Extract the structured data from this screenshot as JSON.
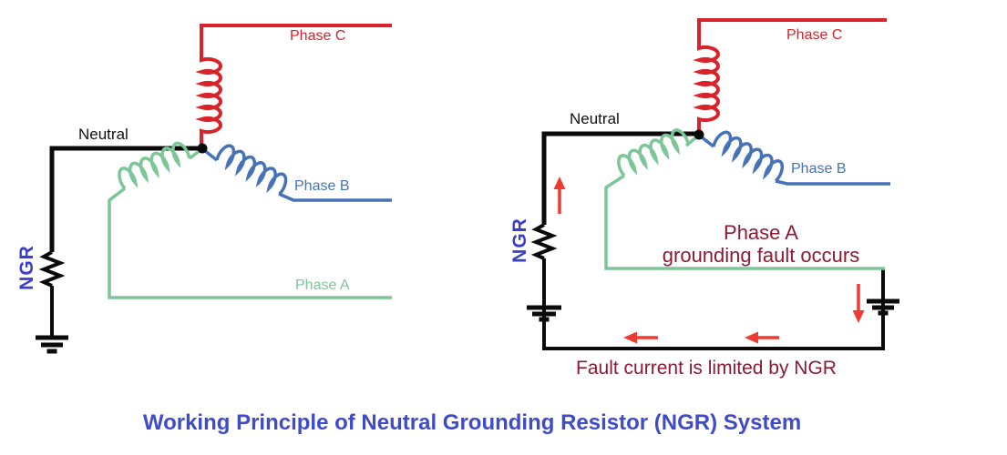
{
  "title": "Working Principle of Neutral Grounding Resistor (NGR) System",
  "colors": {
    "phase_a": "#7cc698",
    "phase_b": "#4673b8",
    "phase_c": "#d9232b",
    "wire": "#0a0a0a",
    "ngr_label": "#3a3fc8",
    "title_color": "#3f4cc9",
    "fault_text": "#8c1a33",
    "arrow": "#ee3b33"
  },
  "left_diagram": {
    "labels": {
      "phase_c": "Phase C",
      "phase_b": "Phase B",
      "phase_a": "Phase A",
      "neutral": "Neutral",
      "ngr": "NGR"
    }
  },
  "right_diagram": {
    "labels": {
      "phase_c": "Phase C",
      "phase_b": "Phase B",
      "neutral": "Neutral",
      "ngr": "NGR",
      "fault_line1": "Phase A",
      "fault_line2": "grounding fault occurs",
      "fault_current": "Fault current is limited by NGR"
    }
  }
}
